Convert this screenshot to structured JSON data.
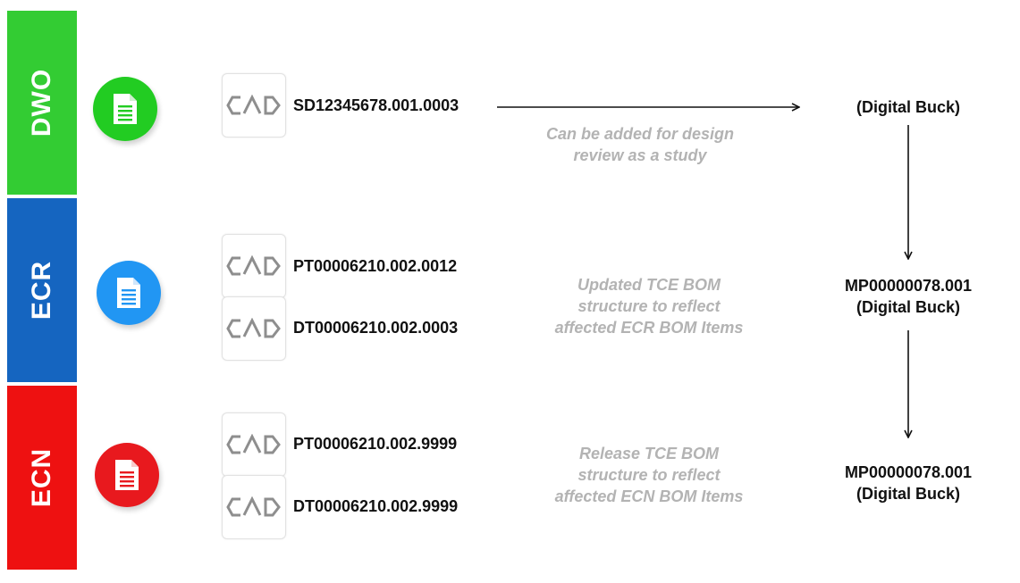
{
  "bands": [
    {
      "label": "DWO",
      "color": "#33cc33"
    },
    {
      "label": "ECR",
      "color": "#1565c0"
    },
    {
      "label": "ECN",
      "color": "#ee1111"
    }
  ],
  "doc_icons": [
    {
      "icon": "document-icon",
      "color": "#22cc22"
    },
    {
      "icon": "document-icon",
      "color": "#2196f3"
    },
    {
      "icon": "document-icon",
      "color": "#e8191e"
    }
  ],
  "cad_logo": "cad-logo-icon",
  "items": {
    "dwo": [
      "SD12345678.001.0003"
    ],
    "ecr": [
      "PT00006210.002.0012",
      "DT00006210.002.0003"
    ],
    "ecn": [
      "PT00006210.002.9999",
      "DT00006210.002.9999"
    ]
  },
  "notes": {
    "dwo": [
      "Can be added for design",
      "review as a study"
    ],
    "ecr": [
      "Updated TCE BOM",
      "structure to reflect",
      "affected ECR BOM Items"
    ],
    "ecn": [
      "Release TCE BOM",
      "structure to reflect",
      "affected ECN BOM Items"
    ]
  },
  "bucks": {
    "dwo": {
      "line1": "(Digital Buck)"
    },
    "ecr": {
      "line1": "MP00000078.001",
      "line2": "(Digital Buck)"
    },
    "ecn": {
      "line1": "MP00000078.001",
      "line2": "(Digital Buck)"
    }
  }
}
